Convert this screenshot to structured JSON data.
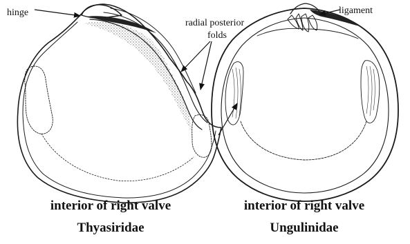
{
  "left_figure": {
    "labels": {
      "hinge": "hinge",
      "radial_line1": "radial posterior",
      "radial_line2": "folds"
    },
    "caption_line1": "interior of right valve",
    "caption_line2": "Thyasiridae"
  },
  "right_figure": {
    "labels": {
      "ligament": "ligament"
    },
    "caption_line1": "interior of right valve",
    "caption_line2": "Ungulinidae"
  },
  "ink_color": "#1a1a1a"
}
